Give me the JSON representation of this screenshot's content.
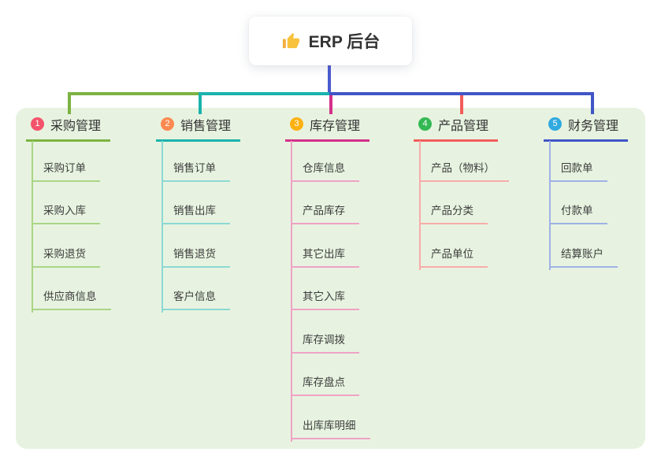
{
  "root": {
    "label": "ERP 后台",
    "icon": "thumbs-up-icon"
  },
  "canvas": {
    "panel_bg": "#e7f3e0",
    "bus_color": "#4156c6",
    "root_line_color": "#4b5ad0",
    "icon_color": "#f9c23c",
    "icon_cuff_color": "#f0ad3c"
  },
  "branches": [
    {
      "badge": "1",
      "label": "采购管理",
      "badge_color": "#f4536b",
      "line_color": "#7cb342",
      "child_line_color": "#abd586",
      "children": [
        "采购订单",
        "采购入库",
        "采购退货",
        "供应商信息"
      ]
    },
    {
      "badge": "2",
      "label": "销售管理",
      "badge_color": "#fc8a50",
      "line_color": "#1ab3ac",
      "child_line_color": "#8cd8d3",
      "children": [
        "销售订单",
        "销售出库",
        "销售退货",
        "客户信息"
      ]
    },
    {
      "badge": "3",
      "label": "库存管理",
      "badge_color": "#fcb011",
      "line_color": "#d53089",
      "child_line_color": "#f0a2c6",
      "children": [
        "仓库信息",
        "产品库存",
        "其它出库",
        "其它入库",
        "库存调拨",
        "库存盘点",
        "出库库明细"
      ]
    },
    {
      "badge": "4",
      "label": "产品管理",
      "badge_color": "#34b854",
      "line_color": "#f25c5c",
      "child_line_color": "#f8acaa",
      "children": [
        "产品（物料）",
        "产品分类",
        "产品单位"
      ]
    },
    {
      "badge": "5",
      "label": "财务管理",
      "badge_color": "#30a9df",
      "line_color": "#4156c6",
      "child_line_color": "#9fb1e5",
      "children": [
        "回款单",
        "付款单",
        "结算账户"
      ]
    }
  ]
}
